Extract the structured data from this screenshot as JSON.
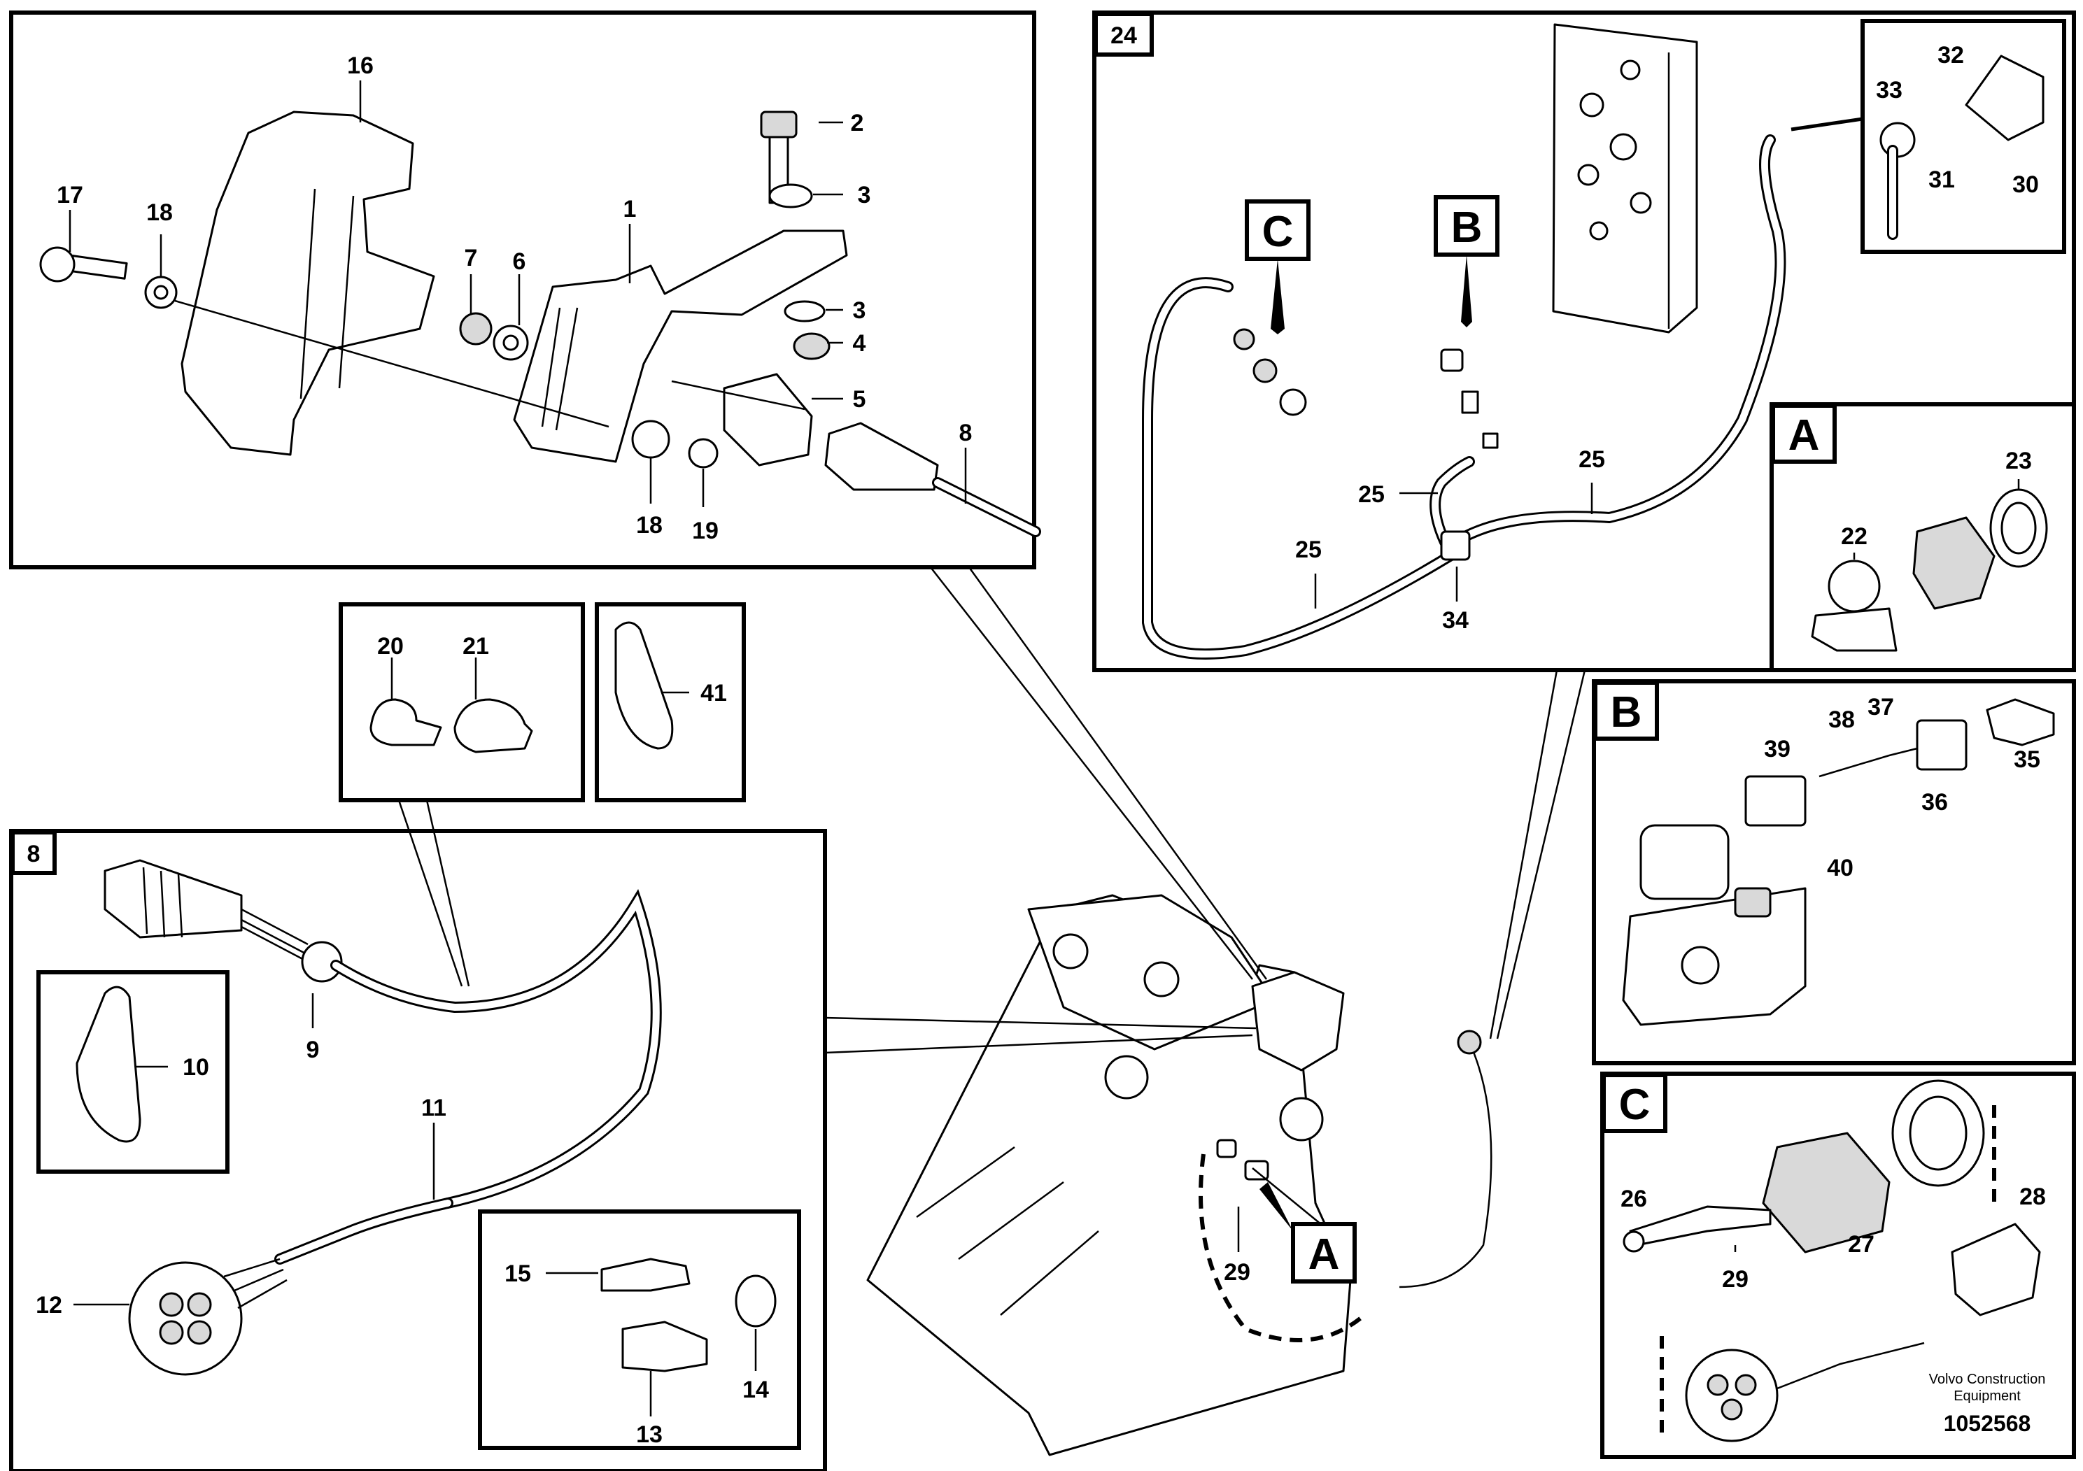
{
  "labels": {
    "n1": "1",
    "n2": "2",
    "n3a": "3",
    "n3b": "3",
    "n4": "4",
    "n5": "5",
    "n6": "6",
    "n7": "7",
    "n8": "8",
    "n16": "16",
    "n17": "17",
    "n18a": "18",
    "n18b": "18",
    "n19": "19",
    "n20": "20",
    "n21": "21",
    "n41": "41",
    "n9": "9",
    "n10": "10",
    "n11": "11",
    "n12": "12",
    "n13": "13",
    "n14": "14",
    "n15": "15",
    "n22": "22",
    "n23": "23",
    "n25a": "25",
    "n25b": "25",
    "n25c": "25",
    "n26": "26",
    "n27": "27",
    "n28": "28",
    "n29a": "29",
    "n29b": "29",
    "n30": "30",
    "n31": "31",
    "n32": "32",
    "n33": "33",
    "n34": "34",
    "n35": "35",
    "n36": "36",
    "n37": "37",
    "n38": "38",
    "n39": "39",
    "n40": "40"
  },
  "boxes": {
    "box8": "8",
    "box24": "24",
    "boxA": "A",
    "boxB": "B",
    "boxC": "C"
  },
  "callouts": {
    "calloutA": "A",
    "calloutB": "B",
    "calloutC": "C"
  },
  "footer": {
    "brand_line1": "Volvo Construction",
    "brand_line2": "Equipment",
    "doc_number": "1052568"
  }
}
